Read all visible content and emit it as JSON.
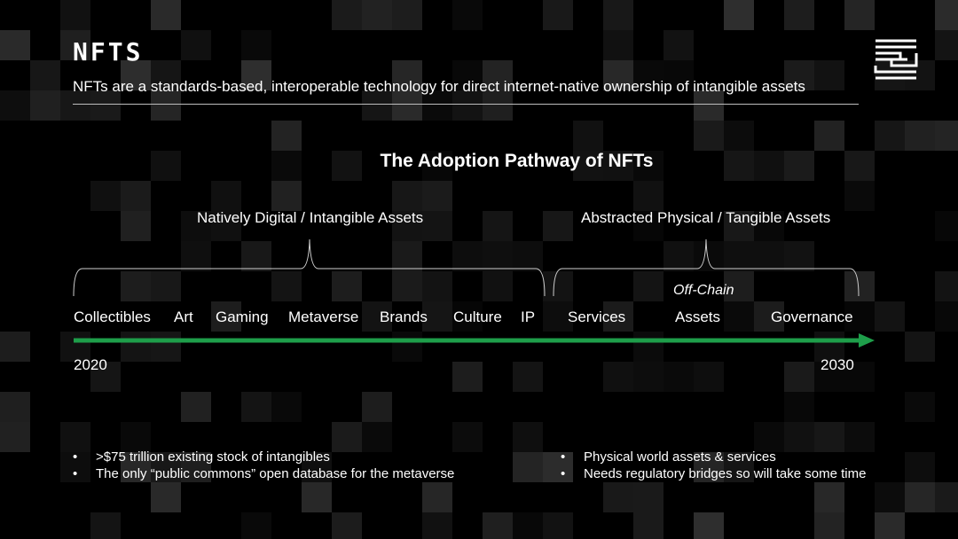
{
  "header": {
    "logo_text": "NFTS",
    "subtitle": "NFTs are a standards-based, interoperable technology for direct internet-native ownership of intangible assets"
  },
  "diagram": {
    "title": "The Adoption Pathway of NFTs",
    "group_left_label": "Natively Digital / Intangible Assets",
    "group_right_label": "Abstracted Physical / Tangible Assets",
    "offchain_label": "Off-Chain",
    "stages": [
      "Collectibles",
      "Art",
      "Gaming",
      "Metaverse",
      "Brands",
      "Culture",
      "IP",
      "Services",
      "Assets",
      "Governance"
    ],
    "start_year": "2020",
    "end_year": "2030",
    "arrow_color": "#1e9e4a"
  },
  "bullets": {
    "left": [
      ">$75 trillion existing stock of intangibles",
      "The only “public commons” open database for the metaverse"
    ],
    "right": [
      "Physical world assets & services",
      "Needs regulatory bridges so will take some time"
    ],
    "marker": "•"
  },
  "icons": {
    "brand": "brand-logo-icon"
  }
}
